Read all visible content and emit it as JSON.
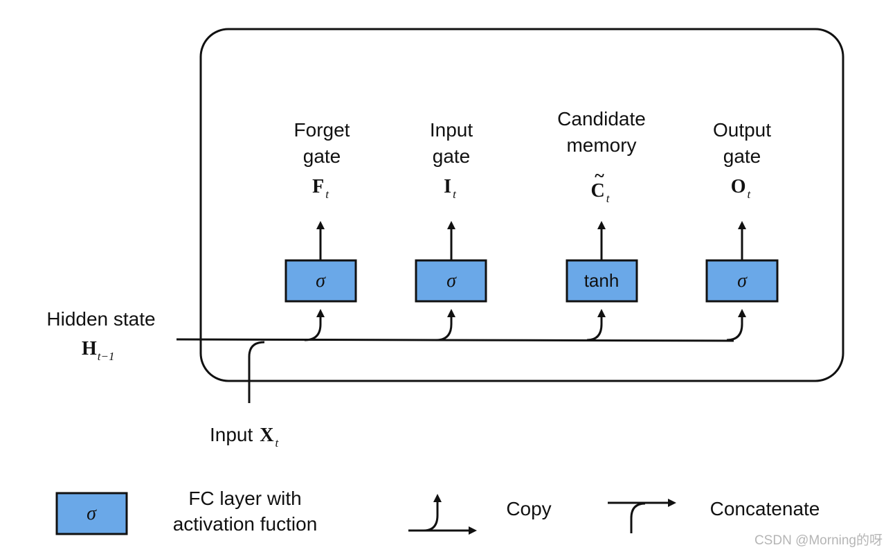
{
  "gates": [
    {
      "label_line1": "Forget",
      "label_line2": "gate",
      "symbol": "F",
      "subscript": "t",
      "fn": "σ",
      "tilde": false
    },
    {
      "label_line1": "Input",
      "label_line2": "gate",
      "symbol": "I",
      "subscript": "t",
      "fn": "σ",
      "tilde": false
    },
    {
      "label_line1": "Candidate",
      "label_line2": "memory",
      "symbol": "C",
      "subscript": "t",
      "fn": "tanh",
      "tilde": true
    },
    {
      "label_line1": "Output",
      "label_line2": "gate",
      "symbol": "O",
      "subscript": "t",
      "fn": "σ",
      "tilde": false
    }
  ],
  "hidden_state": {
    "label": "Hidden state",
    "symbol": "H",
    "subscript": "t−1"
  },
  "input": {
    "label": "Input",
    "symbol": "X",
    "subscript": "t"
  },
  "legend": {
    "fc_symbol": "σ",
    "fc_line1": "FC layer with",
    "fc_line2": "activation fuction",
    "copy_label": "Copy",
    "concat_label": "Concatenate"
  },
  "watermark": "CSDN @Morning的呀",
  "colors": {
    "box_fill": "#6aa8e8",
    "stroke": "#111111"
  }
}
